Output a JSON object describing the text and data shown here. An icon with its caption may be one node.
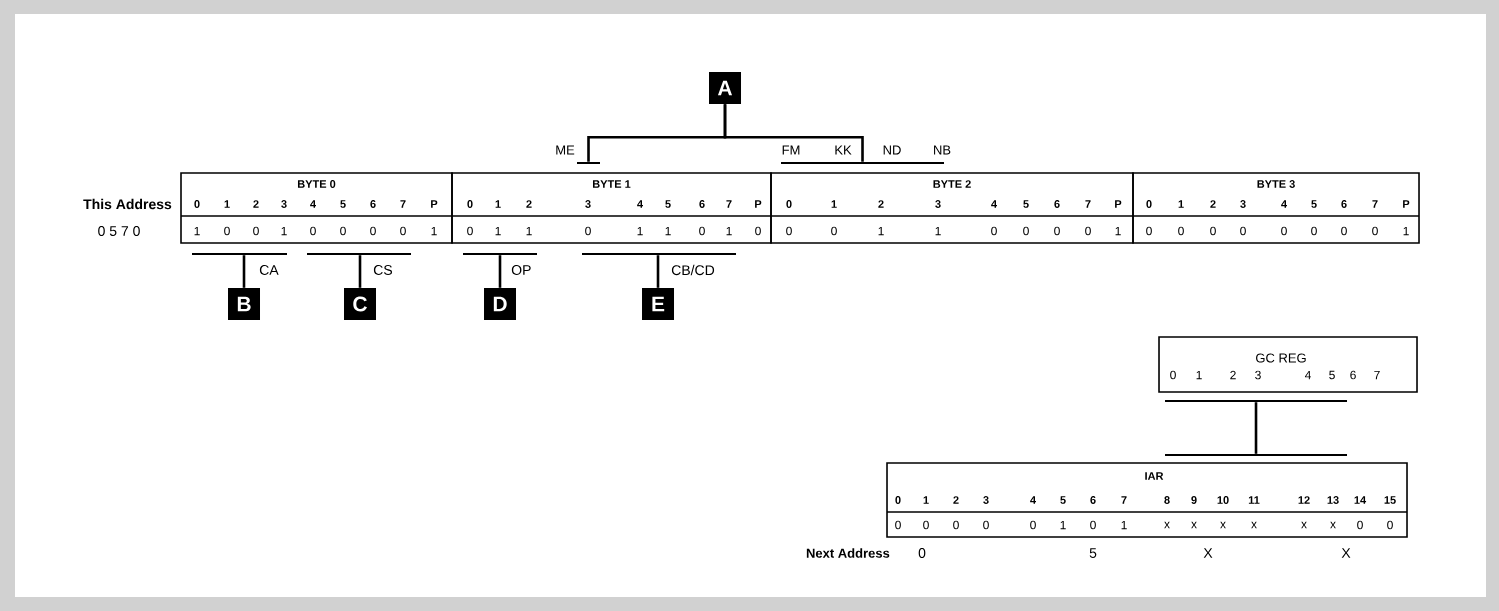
{
  "diagram": {
    "nodes": [
      {
        "text": [
          "A"
        ]
      },
      {
        "text": [
          "B"
        ]
      },
      {
        "text": [
          "C"
        ]
      },
      {
        "text": [
          "D"
        ]
      },
      {
        "text": [
          "E"
        ]
      },
      {
        "text": [
          "BYTE 0"
        ]
      },
      {
        "text": [
          "BYTE 1"
        ]
      },
      {
        "text": [
          "BYTE 2"
        ]
      },
      {
        "text": [
          "BYTE 3"
        ]
      },
      {
        "text": [],
        "shape": "bar"
      },
      {
        "text": [],
        "shape": "bar"
      },
      {
        "text": [],
        "shape": "bar"
      },
      {
        "text": [],
        "shape": "bar"
      },
      {
        "text": [],
        "shape": "bar"
      },
      {
        "text": [],
        "shape": "bar"
      },
      {
        "text": [
          "GC REG"
        ]
      },
      {
        "text": [],
        "shape": "bar"
      },
      {
        "text": [],
        "shape": "bar"
      },
      {
        "text": [
          "IAR"
        ]
      }
    ],
    "edges": [
      {
        "from": 0,
        "to": 9,
        "arrow": "none"
      },
      {
        "from": 0,
        "to": 10,
        "arrow": "none"
      },
      {
        "from": 1,
        "to": 11,
        "arrow": "none",
        "label": "CA"
      },
      {
        "from": 2,
        "to": 12,
        "arrow": "none",
        "label": "CS"
      },
      {
        "from": 3,
        "to": 13,
        "arrow": "none",
        "label": "OP"
      },
      {
        "from": 4,
        "to": 14,
        "arrow": "none",
        "label": "CB/CD"
      },
      {
        "from": 16,
        "to": 17,
        "arrow": "none"
      }
    ],
    "labels": [
      "ME",
      "FM",
      "KK",
      "ND",
      "NB",
      "This Address",
      "0",
      "1",
      "2",
      "3",
      "4",
      "5",
      "6",
      "7",
      "P",
      "0",
      "1",
      "2",
      "3",
      "4",
      "5",
      "6",
      "7",
      "P",
      "0",
      "1",
      "2",
      "3",
      "4",
      "5",
      "6",
      "7",
      "P",
      "0",
      "1",
      "2",
      "3",
      "4",
      "5",
      "6",
      "7",
      "P",
      "0 5 7 0",
      "1",
      "0",
      "0",
      "1",
      "0",
      "0",
      "0",
      "0",
      "1",
      "0",
      "1",
      "1",
      "0",
      "1",
      "1",
      "0",
      "1",
      "0",
      "0",
      "0",
      "1",
      "1",
      "0",
      "0",
      "0",
      "0",
      "1",
      "0",
      "0",
      "0",
      "0",
      "0",
      "0",
      "0",
      "0",
      "1",
      "0",
      "1",
      "2",
      "3",
      "4",
      "5",
      "6",
      "7",
      "0",
      "1",
      "2",
      "3",
      "4",
      "5",
      "6",
      "7",
      "8",
      "9",
      "10",
      "11",
      "12",
      "13",
      "14",
      "15",
      "0",
      "0",
      "0",
      "0",
      "0",
      "1",
      "0",
      "1",
      "x",
      "x",
      "x",
      "x",
      "x",
      "x",
      "0",
      "0",
      "Next Address",
      "0",
      "5",
      "X",
      "X"
    ]
  }
}
